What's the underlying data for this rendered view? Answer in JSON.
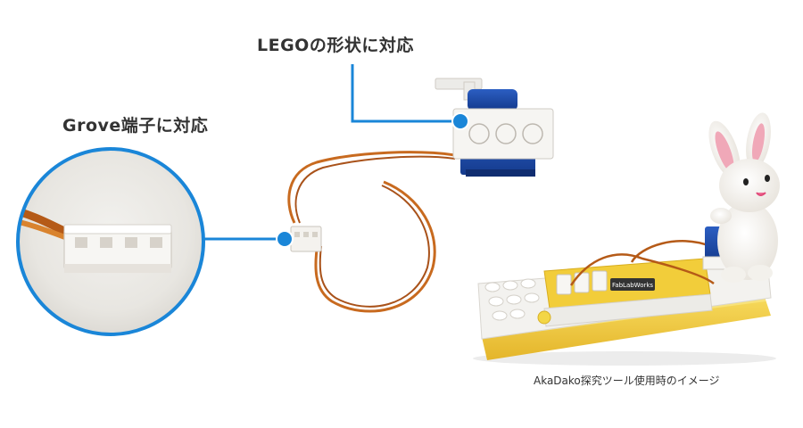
{
  "callouts": {
    "grove": {
      "label": "Grove端子に対応"
    },
    "lego": {
      "label": "LEGOの形状に対応"
    }
  },
  "caption": "AkaDako探究ツール使用時のイメージ",
  "colors": {
    "accent": "#1a86d8",
    "cable": "#c86a1f",
    "servo_blue": "#1f4fb0",
    "connector_white": "#f4f2ee",
    "board_yellow": "#f2cd3a"
  },
  "photo": {
    "board_logo": "FabLabWorks"
  }
}
